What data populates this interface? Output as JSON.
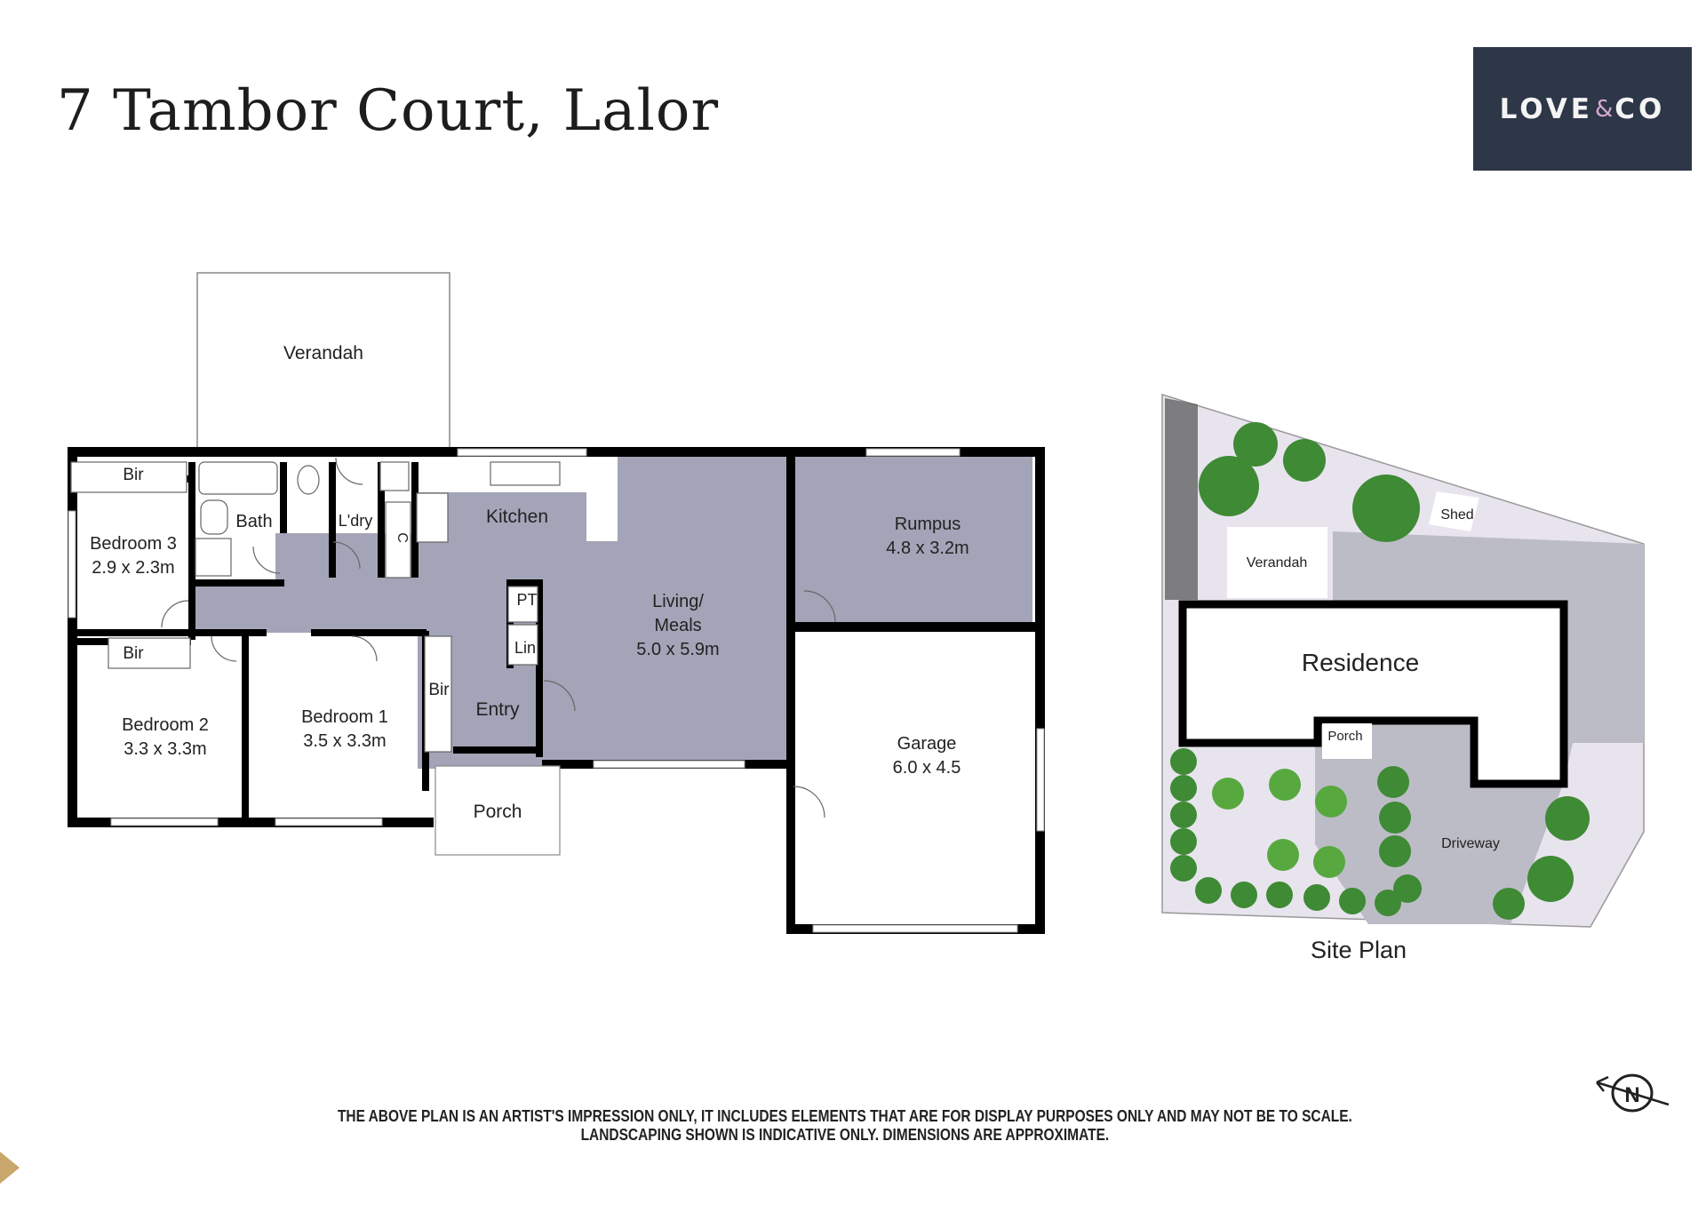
{
  "title": "7 Tambor Court, Lalor",
  "logo": {
    "left": "LOVE",
    "amp": "&",
    "right": "CO"
  },
  "floor_plan": {
    "rooms": {
      "verandah": "Verandah",
      "bir_bed3": "Bir",
      "bath": "Bath",
      "laundry": "L'dry",
      "cupboard": "C",
      "kitchen": "Kitchen",
      "rumpus": "Rumpus",
      "rumpus_size": "4.8 x 3.2m",
      "bedroom3": "Bedroom 3",
      "bedroom3_size": "2.9 x 2.3m",
      "pantry": "PT",
      "linen": "Lin",
      "living_1": "Living/",
      "living_2": "Meals",
      "living_size": "5.0 x 5.9m",
      "bir_bed2": "Bir",
      "bir_bed1": "Bir",
      "entry": "Entry",
      "bedroom2": "Bedroom 2",
      "bedroom2_size": "3.3 x 3.3m",
      "bedroom1": "Bedroom 1",
      "bedroom1_size": "3.5 x 3.3m",
      "garage": "Garage",
      "garage_size": "6.0 x 4.5",
      "porch": "Porch"
    }
  },
  "site_plan": {
    "title": "Site Plan",
    "residence": "Residence",
    "verandah": "Verandah",
    "shed": "Shed",
    "porch": "Porch",
    "driveway": "Driveway"
  },
  "compass": {
    "label": "N"
  },
  "disclaimer": {
    "line1": "THE ABOVE PLAN IS AN ARTIST'S IMPRESSION ONLY, IT INCLUDES ELEMENTS THAT ARE FOR DISPLAY PURPOSES ONLY AND MAY NOT BE TO SCALE.",
    "line2": "LANDSCAPING SHOWN IS INDICATIVE ONLY. DIMENSIONS ARE APPROXIMATE."
  },
  "colors": {
    "brand": "#2d3748",
    "room_fill": "#a4a4b8",
    "wall": "#000000",
    "lawn": "#e8e4ee",
    "paving": "#bcbcc6"
  }
}
